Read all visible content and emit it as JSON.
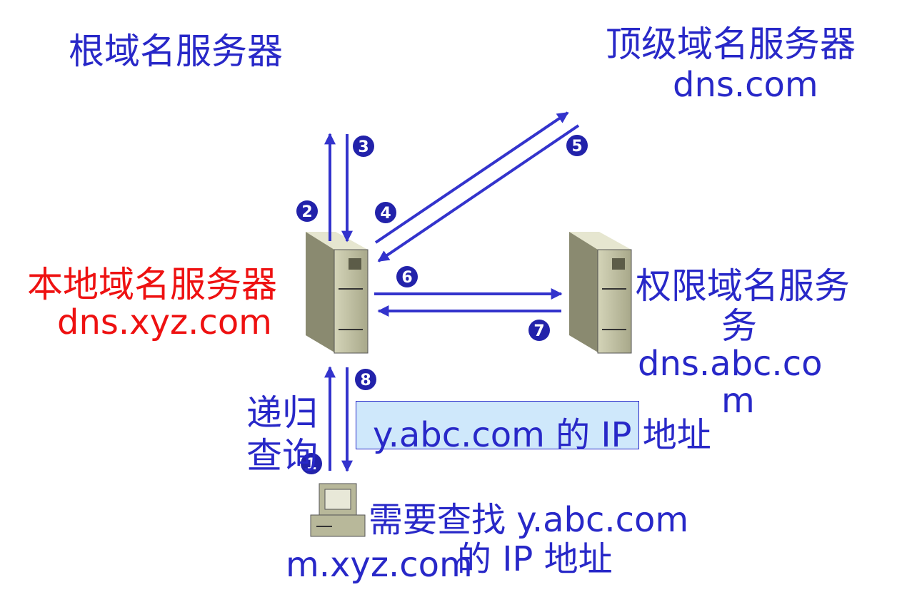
{
  "nodes": {
    "root": {
      "title": "根域名服务器"
    },
    "tld": {
      "title": "顶级域名服务器",
      "host": "dns.com"
    },
    "local": {
      "title": "本地域名服务器",
      "host": "dns.xyz.com"
    },
    "auth": {
      "title_line1": "权限域名服务",
      "title_line2": "务",
      "host_line1": "dns.abc.co",
      "host_line2": "m"
    },
    "client": {
      "request_line1": "需要查找 y.abc.com",
      "request_line2": "的 IP 地址",
      "host": "m.xyz.com"
    }
  },
  "query_type": {
    "line1": "递归",
    "line2": "查询"
  },
  "result_box": {
    "text": "y.abc.com 的 IP 地址"
  },
  "steps": [
    "1",
    "2",
    "3",
    "4",
    "5",
    "6",
    "7",
    "8"
  ],
  "colors": {
    "label": "#2828c8",
    "local_label": "#ee1111",
    "arrow": "#3333cc",
    "box_fill": "#cfe8fb",
    "server": "#b8b89a"
  }
}
